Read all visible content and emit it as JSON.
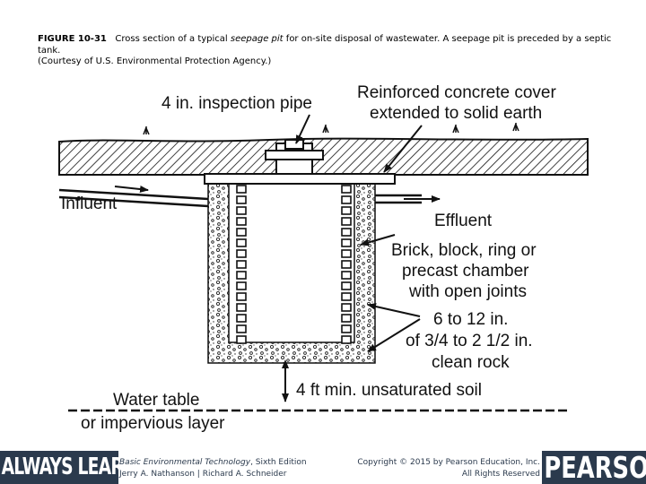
{
  "caption": {
    "figure_number": "FIGURE 10-31",
    "text_before": "Cross section of a typical",
    "italic_term": "seepage pit",
    "text_after": "for on-site disposal of wastewater. A seepage pit is preceded by a septic tank.",
    "credit": "(Courtesy of U.S. Environmental Protection Agency.)"
  },
  "diagram": {
    "labels": {
      "inspection_pipe": "4 in. inspection pipe",
      "cover_line1": "Reinforced concrete cover",
      "cover_line2": "extended to solid earth",
      "influent": "Influent",
      "effluent": "Effluent",
      "chamber_line1": "Brick, block, ring or",
      "chamber_line2": "precast chamber",
      "chamber_line3": "with open joints",
      "rock_line1": "6 to 12 in.",
      "rock_line2": "of 3/4 to 2 1/2 in.",
      "rock_line3": "clean rock",
      "unsat_soil": "4 ft min. unsaturated soil",
      "water_table": "Water table",
      "impervious": "or impervious layer"
    }
  },
  "footer": {
    "always_learning": "ALWAYS LEARNING",
    "book_title": "Basic Environmental Technology",
    "edition": ", Sixth Edition",
    "authors": "Jerry A. Nathanson | Richard A. Schneider",
    "copyright": "Copyright © 2015 by Pearson Education, Inc.",
    "rights": "All Rights Reserved",
    "brand": "PEARSON",
    "colors": {
      "brand_navy": "#2b3a4d"
    }
  }
}
